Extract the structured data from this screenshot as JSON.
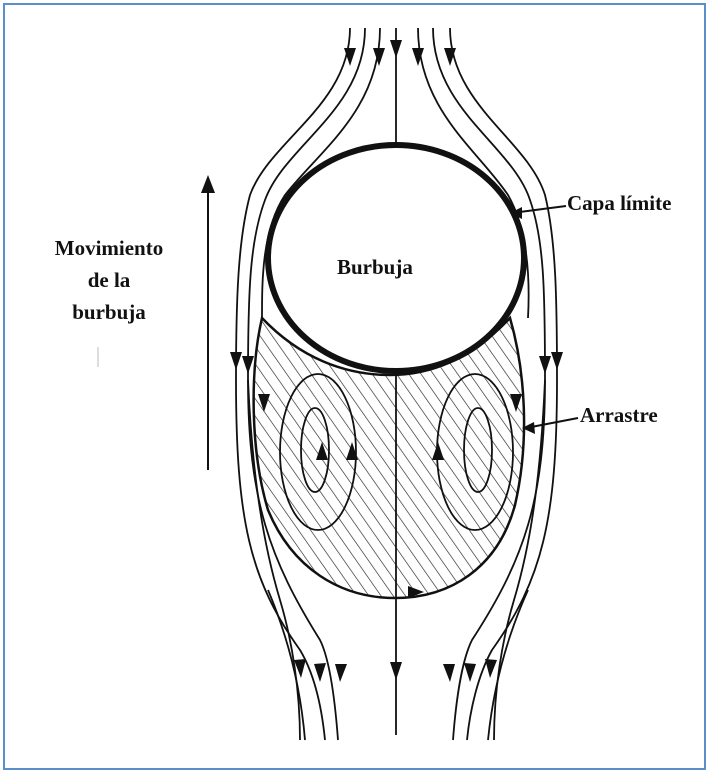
{
  "labels": {
    "motion_line1": "Movimiento",
    "motion_line2": "de la",
    "motion_line3": "burbuja",
    "bubble": "Burbuja",
    "boundary_layer": "Capa límite",
    "wake": "Arrastre"
  },
  "colors": {
    "frame_border": "#5b8fc9",
    "ink": "#111111"
  }
}
